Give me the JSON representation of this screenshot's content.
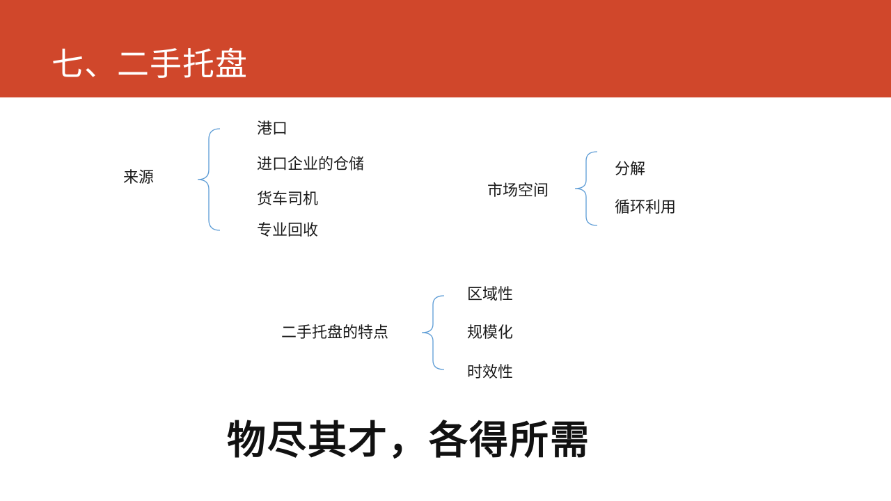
{
  "title": "七、二手托盘",
  "source_group": {
    "label": "来源",
    "items": [
      "港口",
      "进口企业的仓储",
      "货车司机",
      "专业回收"
    ]
  },
  "market_group": {
    "label": "市场空间",
    "items": [
      "分解",
      "循环利用"
    ]
  },
  "feature_group": {
    "label": "二手托盘的特点",
    "items": [
      "区域性",
      "规模化",
      "时效性"
    ]
  },
  "slogan": "物尽其才，各得所需",
  "colors": {
    "title_bar": "#d0472b",
    "brace": "#5b9bd5"
  }
}
